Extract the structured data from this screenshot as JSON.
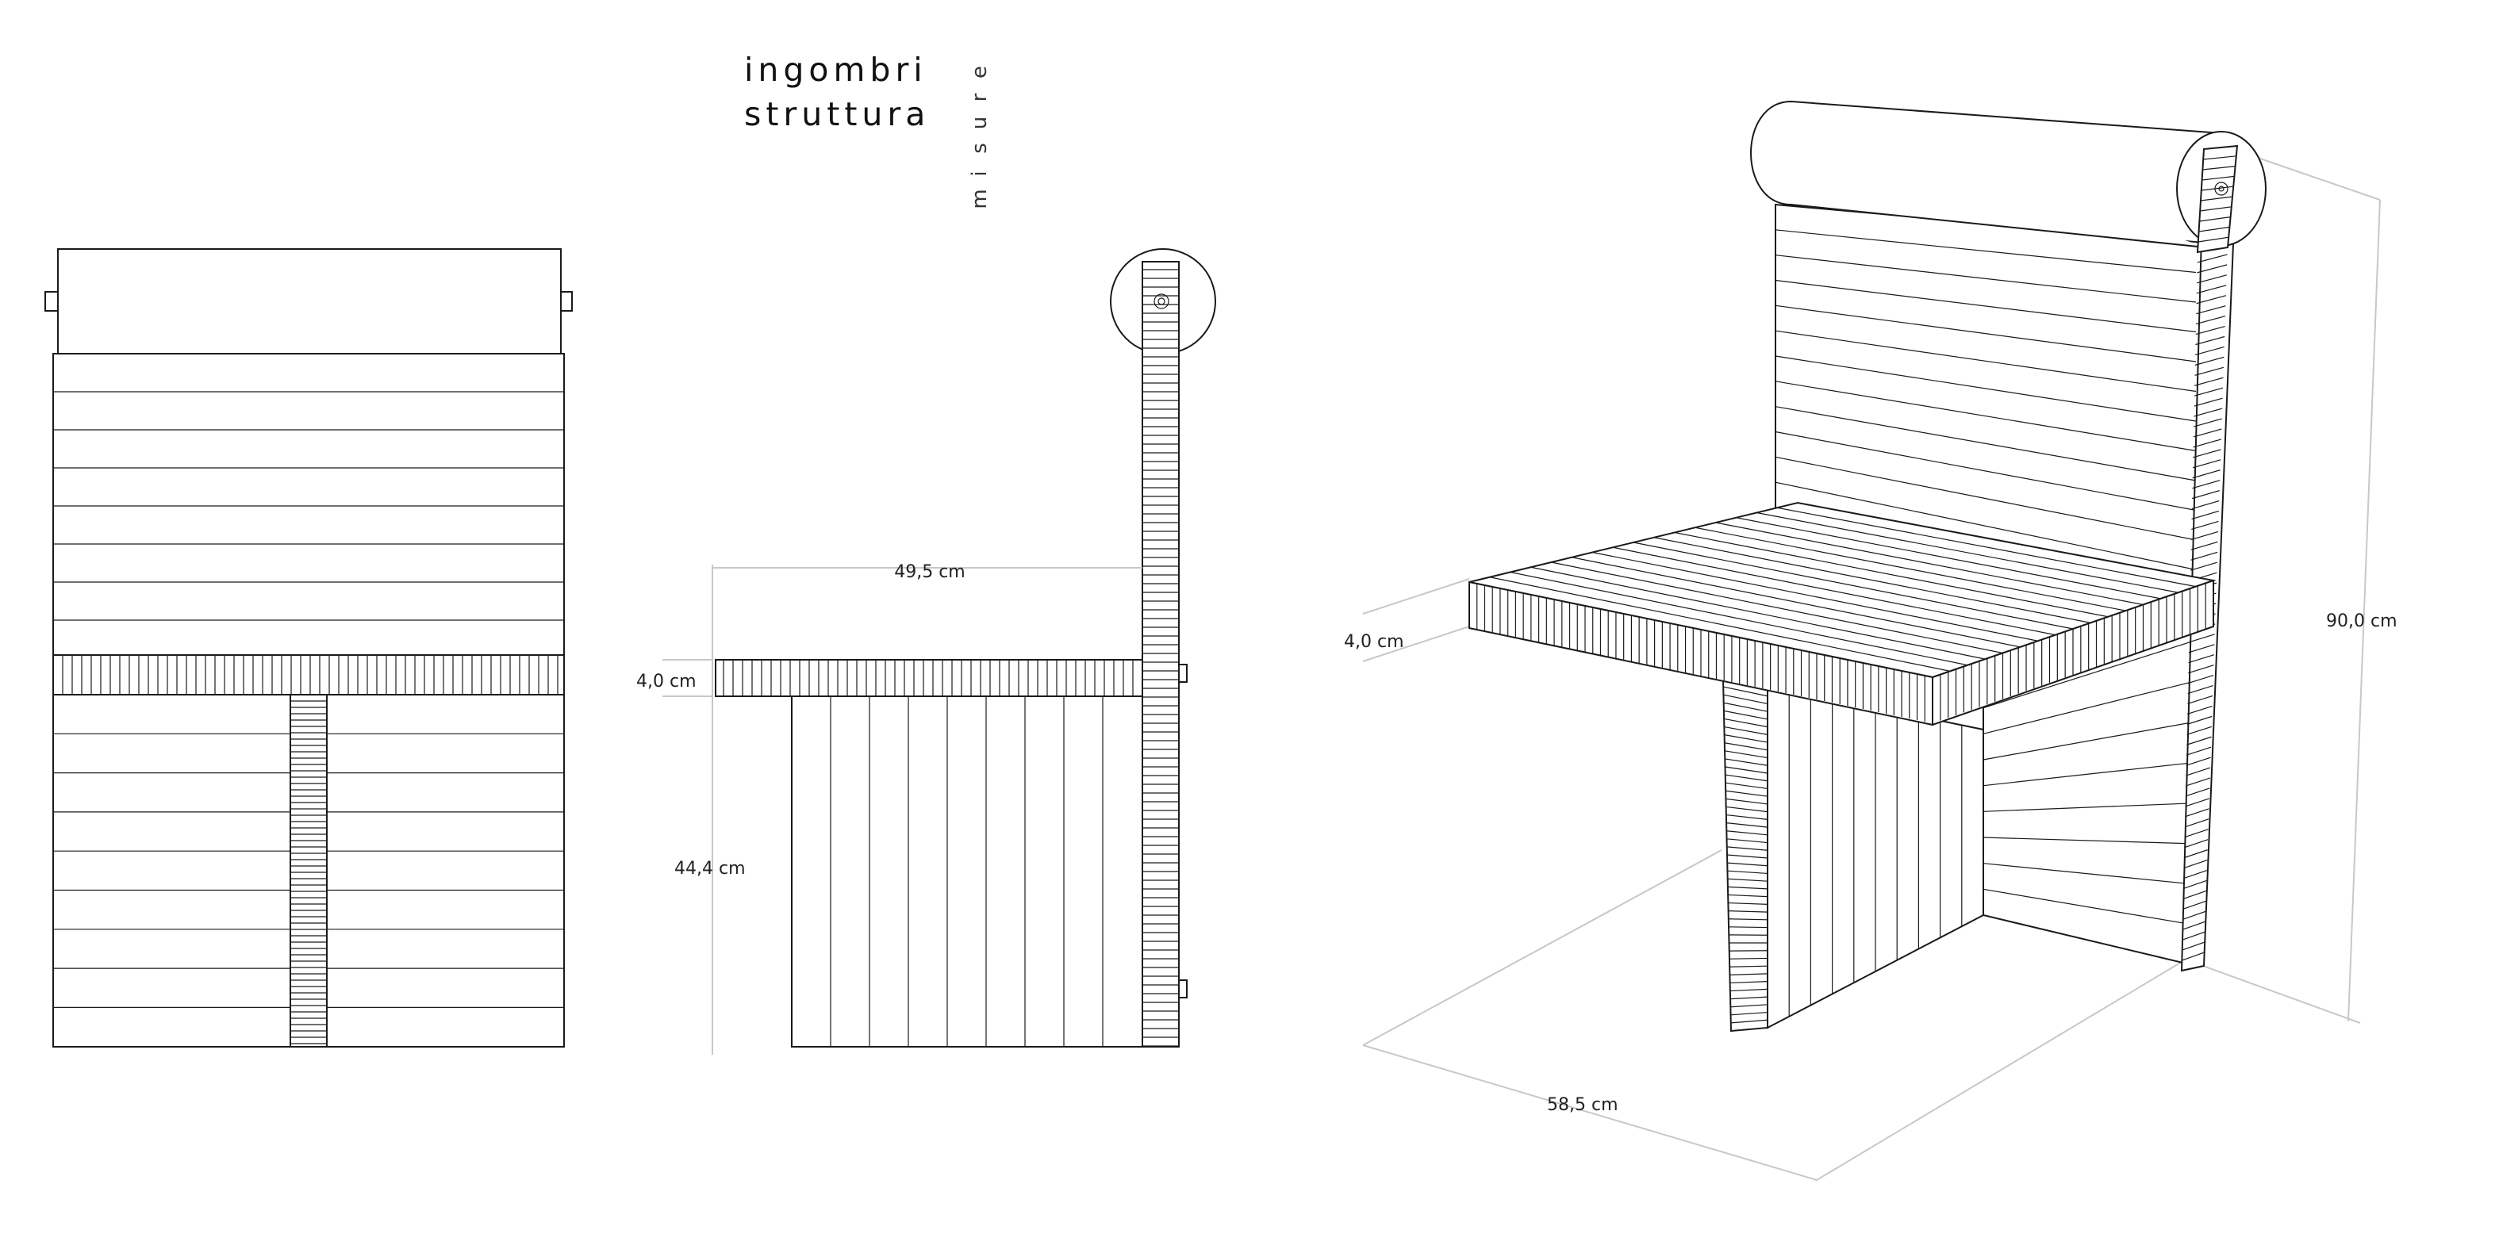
{
  "title": {
    "line1": "ingombri",
    "line2": "struttura",
    "vertical": "misure"
  },
  "dimensions": {
    "depth_side": "49,5 cm",
    "seat_thickness_side": "4,0 cm",
    "seat_height_side": "44,4 cm",
    "seat_thickness_iso": "4,0 cm",
    "total_height_iso": "90,0 cm",
    "width_iso": "58,5 cm"
  },
  "colors": {
    "line": "#1a1a1a",
    "dimension_line": "#c8c8c8",
    "background": "#ffffff"
  }
}
